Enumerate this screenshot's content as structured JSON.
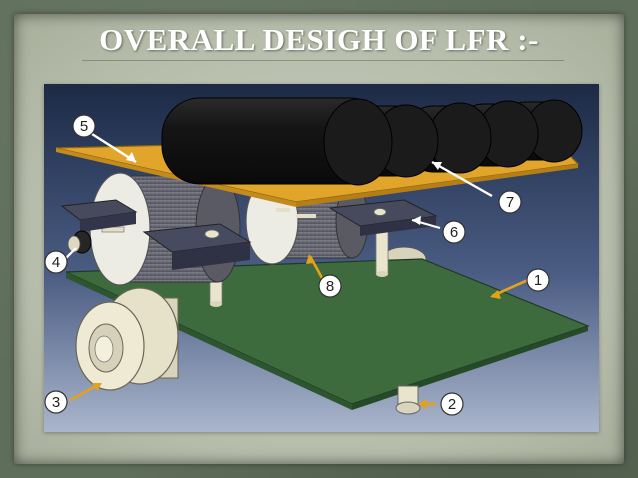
{
  "slide": {
    "title": "OVERALL DESIGH OF LFR :-"
  },
  "diagram": {
    "callouts": [
      {
        "label": "1"
      },
      {
        "label": "2"
      },
      {
        "label": "3"
      },
      {
        "label": "4"
      },
      {
        "label": "5"
      },
      {
        "label": "6"
      },
      {
        "label": "7"
      },
      {
        "label": "8"
      }
    ],
    "colors": {
      "background_top": "#1c2a45",
      "background_bottom": "#aab6cc",
      "base_board": "#3e6b3e",
      "top_board": "#e2a52b",
      "battery": "#131313",
      "motor": "#6c6c78",
      "cream_parts": "#e9e4cc",
      "callout_arrow": "#e3a21a",
      "callout_arrow_white": "#ffffff"
    }
  }
}
